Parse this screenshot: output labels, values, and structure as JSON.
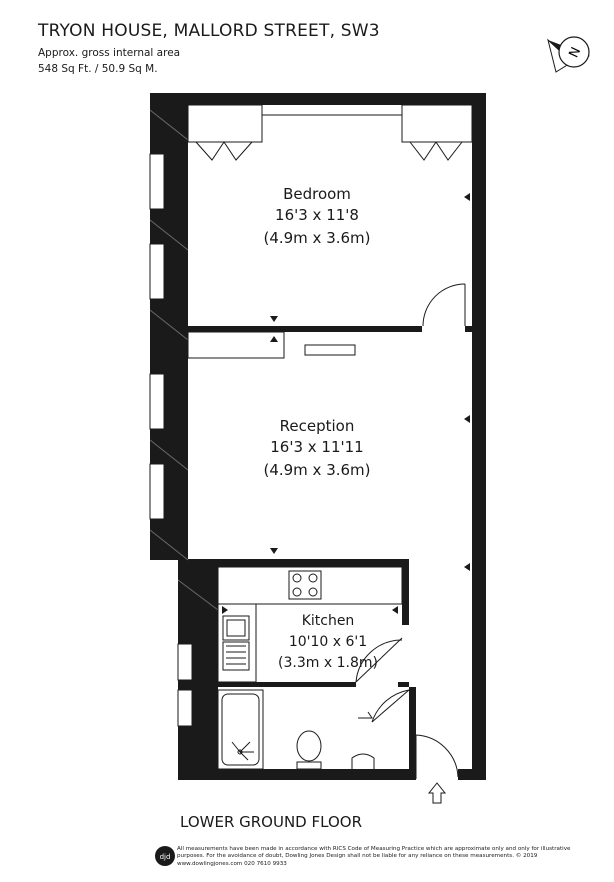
{
  "header": {
    "title": "TRYON HOUSE, MALLORD STREET, SW3",
    "area_label": "Approx. gross internal area",
    "area_value": "548 Sq Ft. / 50.9 Sq M."
  },
  "compass": {
    "letter": "N"
  },
  "rooms": {
    "bedroom": {
      "name": "Bedroom",
      "imperial": "16'3 x 11'8",
      "metric": "(4.9m x 3.6m)"
    },
    "reception": {
      "name": "Reception",
      "imperial": "16'3 x 11'11",
      "metric": "(4.9m x 3.6m)"
    },
    "kitchen": {
      "name": "Kitchen",
      "imperial": "10'10 x 6'1",
      "metric": "(3.3m x 1.8m)"
    }
  },
  "floor_label": "LOWER GROUND FLOOR",
  "disclaimer": "All measurements have been made in accordance with RICS Code of Measuring Practice which are approximate only and only for illustrative purposes. For the avoidance of doubt, Dowling Jones Design shall not be liable for any reliance on these measurements. © 2019 www.dowlingjones.com 020 7610 9933",
  "logo": {
    "text": "djd"
  }
}
